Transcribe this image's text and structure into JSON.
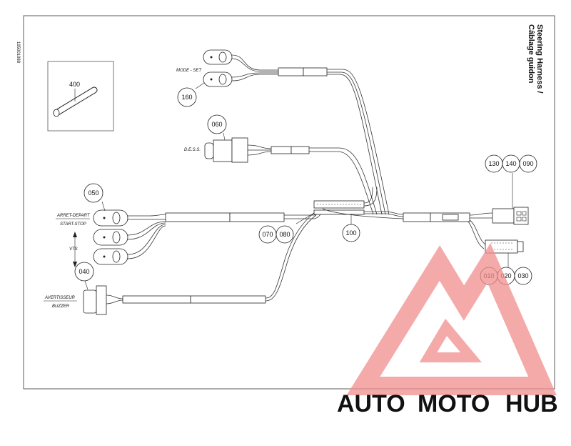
{
  "doc_code": "195001088",
  "title_line1": "Steering Harness /",
  "title_line2": "Câblage guidon",
  "labels": {
    "mode_set": "MODE - SET",
    "dess": "D.E.S.S.",
    "arret_depart": "ARRET-DEPART",
    "start_stop": "START-STOP",
    "vts": "VTS",
    "avertisseur": "AVERTISSEUR",
    "buzzer": "BUZZER"
  },
  "callouts": {
    "c400": "400",
    "c160": "160",
    "c060": "060",
    "c050": "050",
    "c040": "040",
    "c070": "070",
    "c080": "080",
    "c100": "100",
    "c130": "130",
    "c140": "140",
    "c090": "090",
    "c010": "010",
    "c020": "020",
    "c030": "030"
  },
  "watermark": {
    "part1": "AUTO",
    "part2": "MOTO",
    "part3": "HUB",
    "color_auto": "#f7b98a",
    "color_moto": "#f28e8e",
    "color_hub": "#8c8c8c"
  }
}
